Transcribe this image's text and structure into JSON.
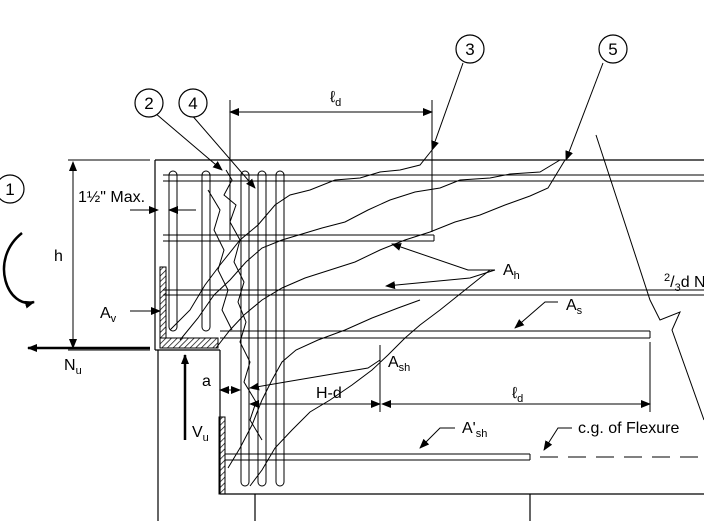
{
  "callouts": [
    "1",
    "2",
    "3",
    "4",
    "5"
  ],
  "labels": {
    "cover_a": "1",
    "cover_frac": "½",
    "cover_b": "\" Max.",
    "h": "h",
    "nu_main": "N",
    "nu_sub": "u",
    "vu_main": "V",
    "vu_sub": "u",
    "av_main": "A",
    "av_sub": "v",
    "ah_main": "A",
    "ah_sub": "h",
    "as_main": "A",
    "as_sub": "s",
    "ash_main": "A",
    "ash_sub": "sh",
    "ashp_main": "A'",
    "ashp_sub": "sh",
    "a": "a",
    "hd": "H-d",
    "ld_main": "ℓ",
    "ld_sub": "d",
    "ld2_main": "ℓ",
    "ld2_sub": "d",
    "twothirds_num": "2",
    "twothirds_den": "3",
    "twothirds_tail": "d N",
    "cg": "c.g. of Flexure"
  }
}
